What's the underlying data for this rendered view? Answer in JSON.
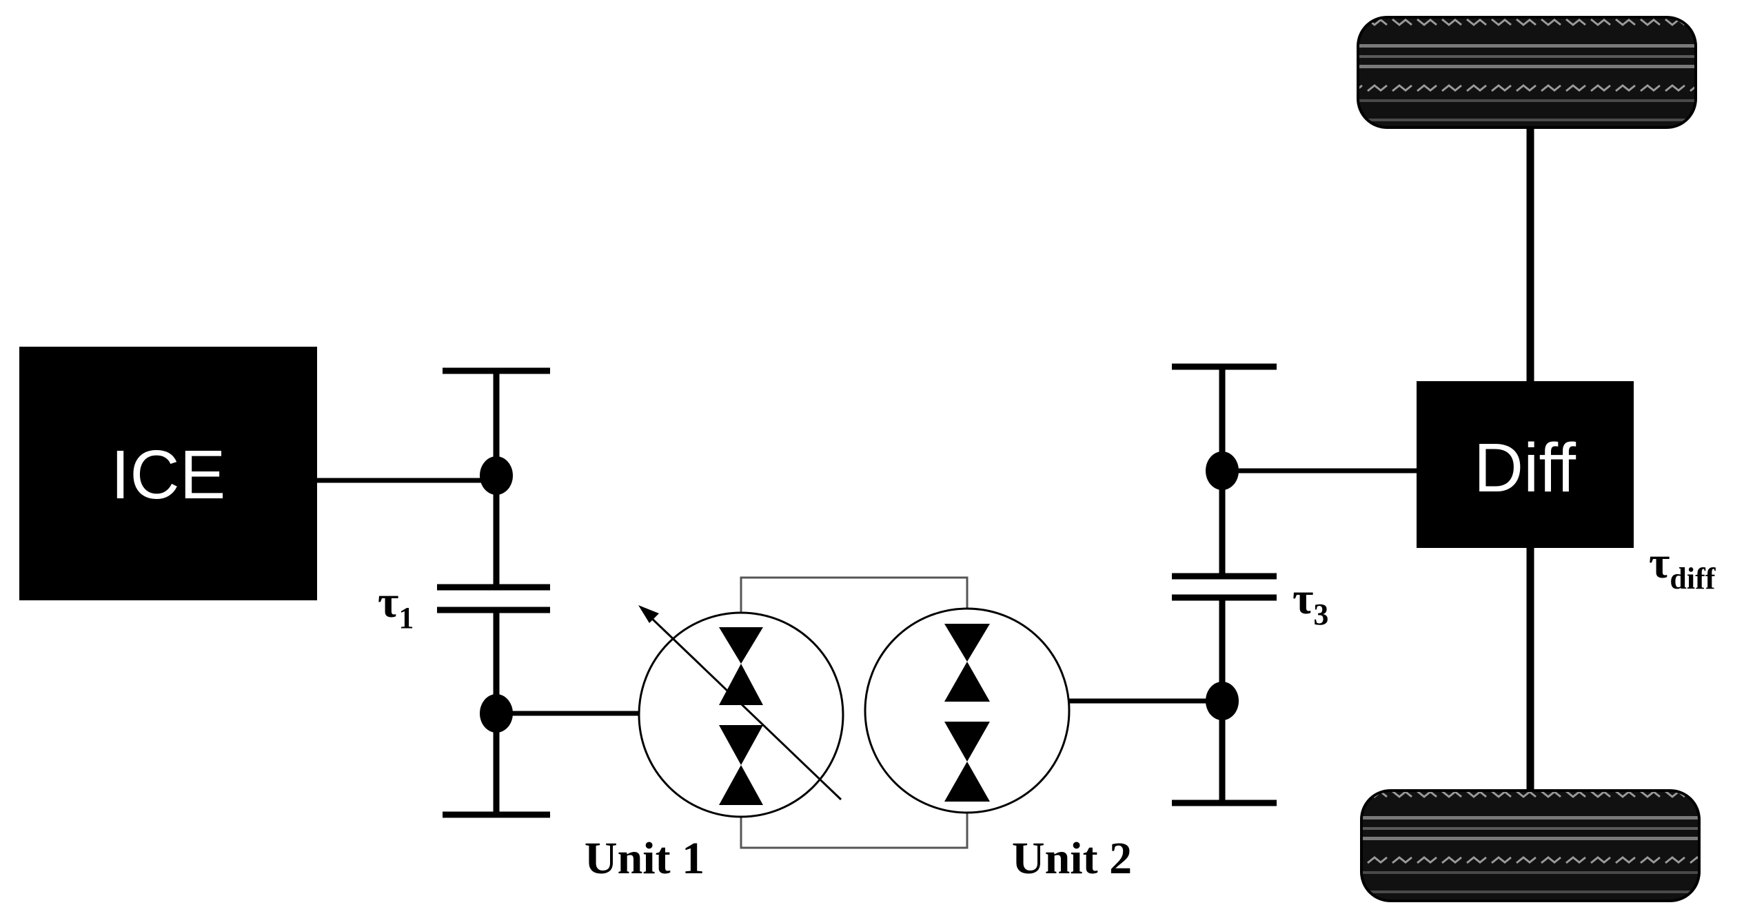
{
  "blocks": {
    "engine": "ICE",
    "differential": "Diff"
  },
  "gear_ratios": {
    "tau1": {
      "symbol": "τ",
      "subscript": "1"
    },
    "tau3": {
      "symbol": "τ",
      "subscript": "3"
    },
    "tau_diff": {
      "symbol": "τ",
      "subscript": "diff"
    }
  },
  "units": {
    "unit1": "Unit 1",
    "unit2": "Unit 2"
  },
  "colors": {
    "ink": "#000000",
    "tire_dark": "#111111",
    "tread_light": "#9a9a9a"
  }
}
